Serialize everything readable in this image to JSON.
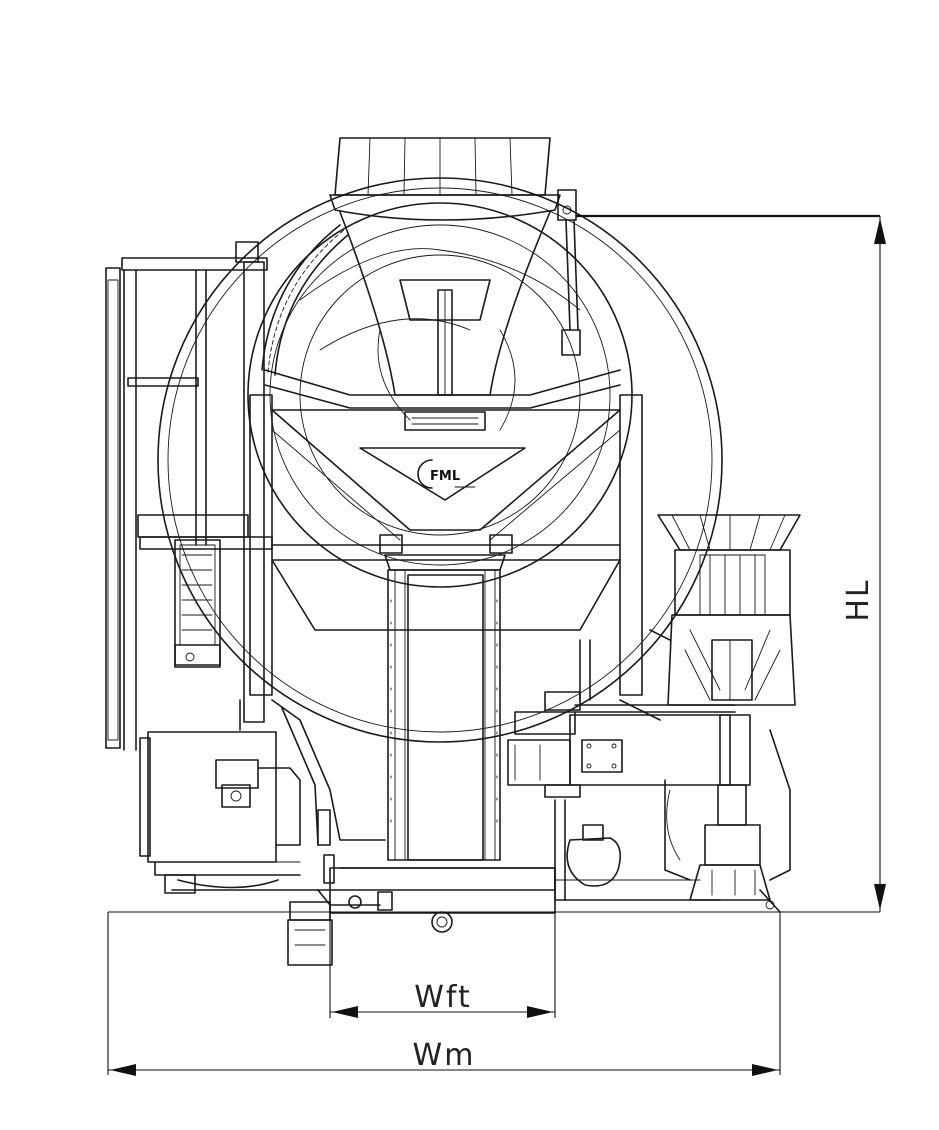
{
  "dimensions": {
    "height_label": "HL",
    "width_frame_label": "Wft",
    "width_machine_label": "Wm"
  },
  "logo": {
    "brand": "FML"
  },
  "colors": {
    "line": "#1a1a1a",
    "background": "#ffffff"
  }
}
